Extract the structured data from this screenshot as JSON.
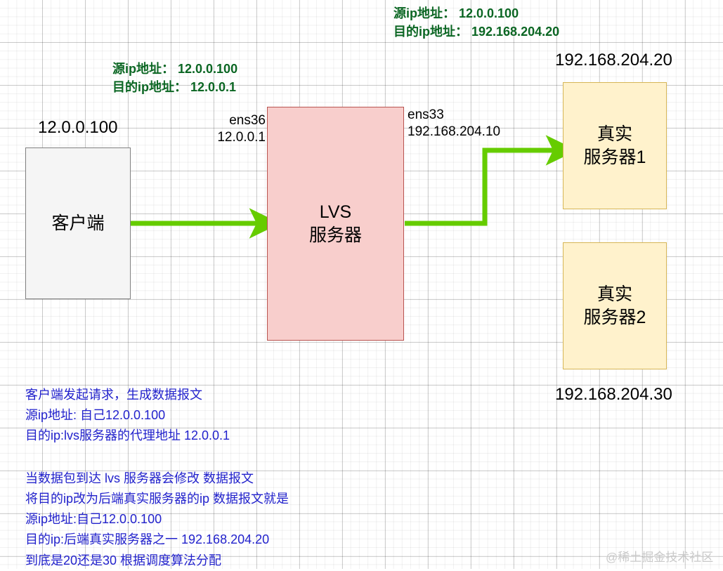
{
  "diagram": {
    "title": "LVS NAT packet flow diagram",
    "colors": {
      "arrow_green": "#66cc00",
      "annotation_green": "#0b6623",
      "annotation_blue": "#2222cc",
      "client_fill": "#f5f5f5",
      "client_stroke": "#818181",
      "lvs_fill": "#f8cecc",
      "lvs_stroke": "#b85450",
      "server_fill": "#fff2cc",
      "server_stroke": "#d6b656"
    }
  },
  "annotations": {
    "top_center": {
      "line1": "源ip地址： 12.0.0.100",
      "line2": "目的ip地址： 192.168.204.20"
    },
    "top_left": {
      "line1": "源ip地址： 12.0.0.100",
      "line2": "目的ip地址： 12.0.0.1"
    }
  },
  "nodes": {
    "client": {
      "ip_label": "12.0.0.100",
      "line1": "客户端"
    },
    "lvs": {
      "line1": "LVS",
      "line2": "服务器",
      "iface_left_name": "ens36",
      "iface_left_ip": "12.0.0.1",
      "iface_right_name": "ens33",
      "iface_right_ip": "192.168.204.10"
    },
    "server1": {
      "ip_label": "192.168.204.20",
      "line1": "真实",
      "line2": "服务器1"
    },
    "server2": {
      "ip_label": "192.168.204.30",
      "line1": "真实",
      "line2": "服务器2"
    }
  },
  "notes": {
    "block1": [
      "客户端发起请求，生成数据报文",
      "源ip地址: 自己12.0.0.100",
      "目的ip:lvs服务器的代理地址 12.0.0.1"
    ],
    "block2": [
      "当数据包到达 lvs 服务器会修改 数据报文",
      "将目的ip改为后端真实服务器的ip 数据报文就是",
      "源ip地址:自己12.0.0.100",
      "目的ip:后端真实服务器之一 192.168.204.20",
      "到底是20还是30 根据调度算法分配"
    ]
  },
  "watermark": {
    "text": "@稀土掘金技术社区"
  }
}
